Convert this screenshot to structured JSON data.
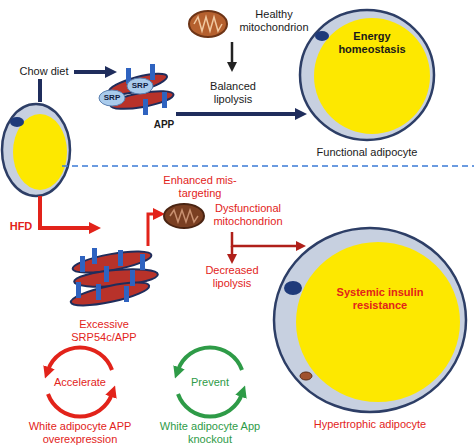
{
  "diagram": {
    "nodes": [
      {
        "text": [
          "Energy homeostasis",
          "Functional adipocyte"
        ]
      },
      {
        "text": [
          "Systemic insulin resistance",
          "Hypertrophic adipocyte"
        ]
      }
    ],
    "labels": [
      "Healthy mitochondrion",
      "Chow diet",
      "SRP",
      "SRP",
      "APP",
      "Balanced lipolysis",
      "HFD",
      "Enhanced mis-targeting",
      "Dysfunctional mitochondrion",
      "Excessive SRP54c/APP",
      "Decreased lipolysis",
      "Accelerate",
      "Prevent",
      "White adipocyte APP overexpression",
      "White adipocyte App knockout"
    ]
  }
}
